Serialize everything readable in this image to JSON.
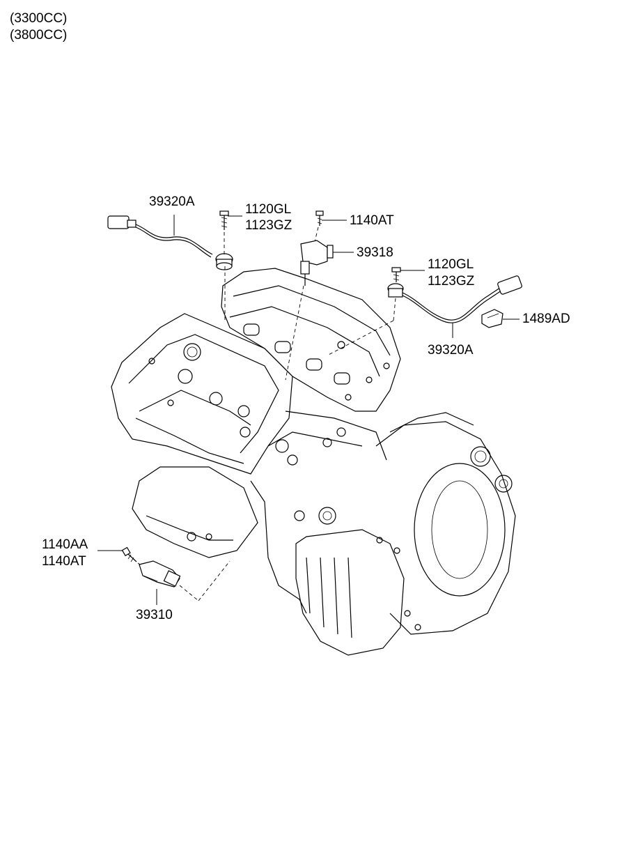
{
  "engine_specs": [
    "(3300CC)",
    "(3800CC)"
  ],
  "callouts": {
    "knock_sensor_left": "39320A",
    "bolt_left_a": "1120GL",
    "bolt_left_b": "1123GZ",
    "bolt_cam": "1140AT",
    "cam_sensor": "39318",
    "bolt_right_a": "1120GL",
    "bolt_right_b": "1123GZ",
    "clip": "1489AD",
    "knock_sensor_right": "39320A",
    "bolt_crank_a": "1140AA",
    "bolt_crank_b": "1140AT",
    "crank_sensor": "39310"
  },
  "icons": [
    "knock-sensor-icon",
    "cam-position-sensor-icon",
    "crank-position-sensor-icon",
    "bolt-icon",
    "clip-icon",
    "engine-assembly-icon"
  ]
}
